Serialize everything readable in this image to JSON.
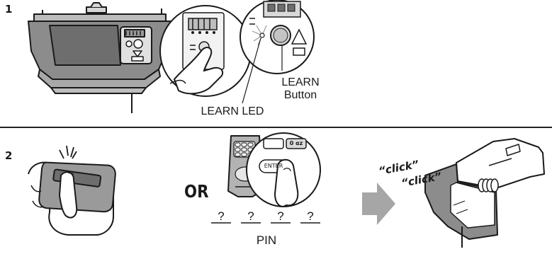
{
  "step1": {
    "number": "1",
    "learn_button_label_line1": "LEARN",
    "learn_button_label_line2": "Button",
    "learn_led_label": "LEARN LED"
  },
  "step2": {
    "number": "2",
    "or_label": "OR",
    "keypad_enter_label": "ENTER",
    "keypad_key_label": "0 αz",
    "pin_digits": [
      "?",
      "?",
      "?",
      "?"
    ],
    "pin_label": "PIN",
    "click_sounds": [
      "“click”",
      "“click”"
    ]
  },
  "colors": {
    "ink": "#1a1a1a",
    "housing_gray": "#8c8c8c",
    "panel_dark": "#6e6e6e",
    "arrow_gray": "#a6a6a6",
    "led_glow": "#b8b8b8"
  }
}
